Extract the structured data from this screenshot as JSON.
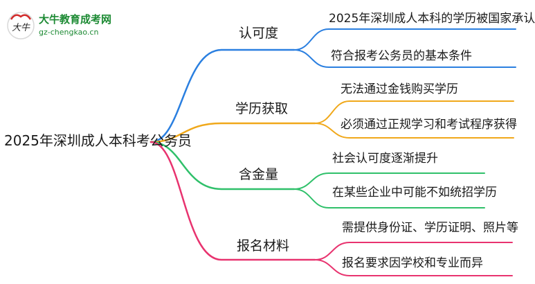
{
  "logo": {
    "site_name": "大牛教育成考网",
    "domain": "gz-chengkao.cn",
    "mark_text": "大牛"
  },
  "root": {
    "label": "2025年深圳成人本科考公务员"
  },
  "branches": [
    {
      "label": "认可度",
      "color": "#2a7fe0",
      "leaves": [
        "2025年深圳成人本科的学历被国家承认",
        "符合报考公务员的基本条件"
      ]
    },
    {
      "label": "学历获取",
      "color": "#f0a81a",
      "leaves": [
        "无法通过金钱购买学历",
        "必须通过正规学习和考试程序获得"
      ]
    },
    {
      "label": "含金量",
      "color": "#2fc06a",
      "leaves": [
        "社会认可度逐渐提升",
        "在某些企业中可能不如统招学历"
      ]
    },
    {
      "label": "报名材料",
      "color": "#e8336f",
      "leaves": [
        "需提供身份证、学历证明、照片等",
        "报名要求因学校和专业而异"
      ]
    }
  ]
}
